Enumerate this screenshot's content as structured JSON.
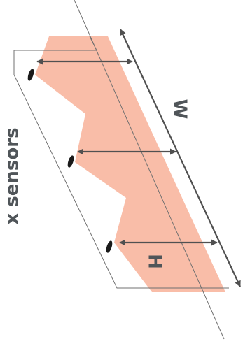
{
  "labels": {
    "sensors": "x sensors",
    "width": "W",
    "height": "H"
  },
  "colors": {
    "coverage_fill": "#f9bda8",
    "outline": "#707070",
    "arrow": "#505050",
    "sensor": "#1a1a1a",
    "text": "#505559"
  }
}
